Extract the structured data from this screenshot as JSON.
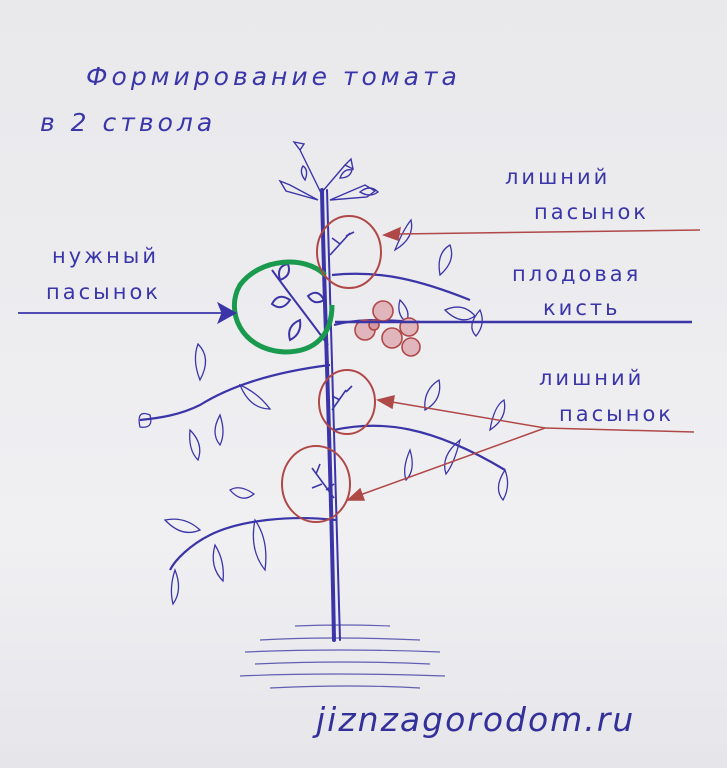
{
  "title": {
    "line1": "Формирование томата",
    "line2": "в 2 ствола"
  },
  "labels": {
    "needed_sideshoot": [
      "нужный",
      "пасынок"
    ],
    "extra_sideshoot_top": [
      "лишний",
      "пасынок"
    ],
    "fruit_cluster": [
      "плодовая",
      "кисть"
    ],
    "extra_sideshoot_lower": [
      "лишний",
      "пасынок"
    ]
  },
  "watermark": "jiznzagorodom.ru",
  "colors": {
    "ink_blue": "#3a35a8",
    "marker_red": "#b04848",
    "marker_green": "#1a9a4e",
    "paper": "#ededf0"
  }
}
